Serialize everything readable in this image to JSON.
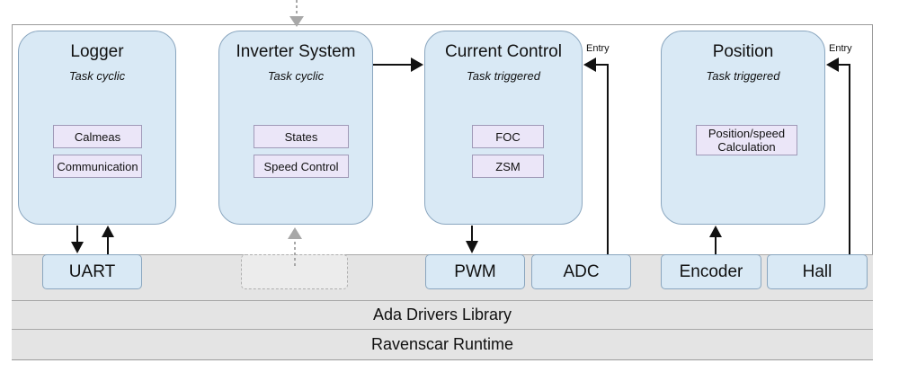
{
  "tasks": [
    {
      "title": "Logger",
      "subtitle": "Task cyclic",
      "modules": [
        "Calmeas",
        "Communication"
      ]
    },
    {
      "title": "Inverter System",
      "subtitle": "Task cyclic",
      "modules": [
        "States",
        "Speed Control"
      ]
    },
    {
      "title": "Current Control",
      "subtitle": "Task triggered",
      "modules": [
        "FOC",
        "ZSM"
      ]
    },
    {
      "title": "Position",
      "subtitle": "Task triggered",
      "modules": [
        "Position/speed\nCalculation"
      ]
    }
  ],
  "drivers": [
    "UART",
    "PWM",
    "ADC",
    "Encoder",
    "Hall"
  ],
  "entry_labels": [
    "Entry",
    "Entry"
  ],
  "layers": {
    "library": "Ada Drivers Library",
    "runtime": "Ravenscar Runtime"
  },
  "colors": {
    "task_fill": "#d9e9f5",
    "module_fill": "#ebe6f8",
    "layer_fill": "#e4e4e4",
    "arrow": "#111111",
    "dashed_arrow": "#a8a8a8"
  }
}
